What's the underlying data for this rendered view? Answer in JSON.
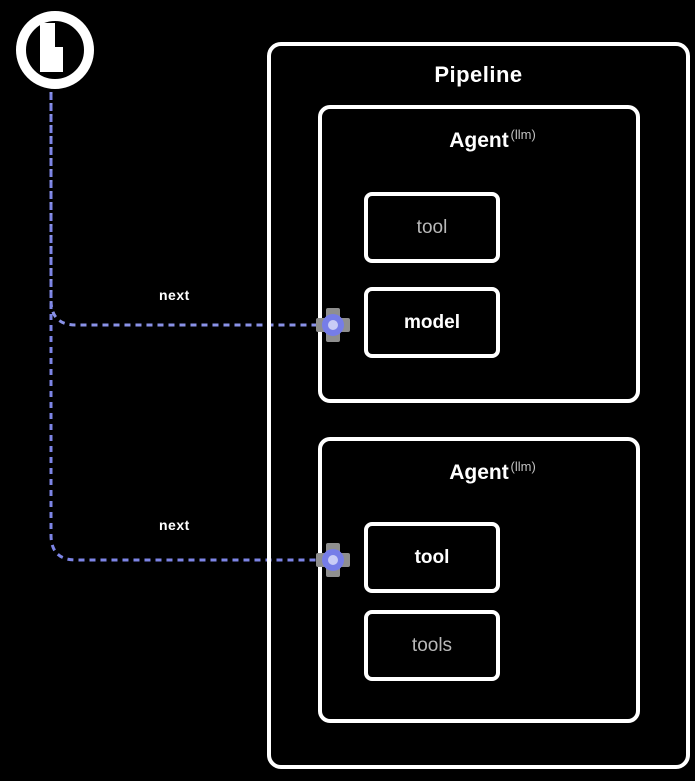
{
  "canvas": {
    "background": "#000000"
  },
  "colors": {
    "edge": "#8a92e8",
    "edge_dash": "#6a71e0",
    "handle_ring": "#767de8",
    "handle_center": "#c9ccf6",
    "handle_cross": "#8f8f8f",
    "text": "#ffffff",
    "muted_text": "#b9b9b9"
  },
  "start_node": {
    "icon": "trigger-icon"
  },
  "edges": [
    {
      "label": "next"
    },
    {
      "label": "next"
    }
  ],
  "group": {
    "title": "Pipeline",
    "cards": [
      {
        "title": "Agent",
        "badge": "(llm)",
        "boxes": [
          {
            "label": "tool"
          },
          {
            "label": "model"
          }
        ]
      },
      {
        "title": "Agent",
        "badge": "(llm)",
        "boxes": [
          {
            "label": "tool"
          },
          {
            "label": "tools"
          }
        ]
      }
    ]
  }
}
